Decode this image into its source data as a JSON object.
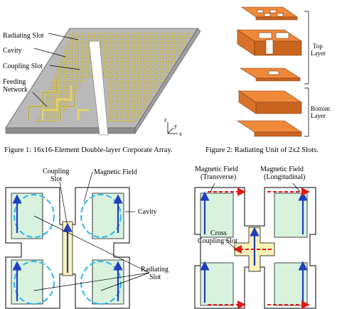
{
  "figure1": {
    "caption": "Figure 1: 16x16-Element Double-layer Corporate Array.",
    "labels": {
      "radiating_slot": "Radiating Slot",
      "cavity": "Cavity",
      "coupling_slot": "Coupling Slot",
      "feeding_network_line1": "Feeding",
      "feeding_network_line2": "Network"
    },
    "axes": {
      "z": "z",
      "y": "y",
      "x": "x"
    }
  },
  "figure2": {
    "caption": "Figure 2: Radiating Unit of 2x2 Slots.",
    "labels": {
      "top_layer_line1": "Top",
      "top_layer_line2": "Layer",
      "bottom_layer_line1": "Bottom",
      "bottom_layer_line2": "Layer"
    }
  },
  "figure3a": {
    "labels": {
      "coupling_slot_line1": "Coupling",
      "coupling_slot_line2": "Slot",
      "magnetic_field": "Magnetic Field",
      "cavity": "Cavity",
      "radiating_slot_line1": "Radiating",
      "radiating_slot_line2": "Slot"
    }
  },
  "figure3b": {
    "labels": {
      "mf_transverse_line1": "Magnetic Field",
      "mf_transverse_line2": "(Transverse)",
      "mf_longitudinal_line1": "Magnetic Field",
      "mf_longitudinal_line2": "(Longitudinal)",
      "cross_coupling_line1": "Cross",
      "cross_coupling_line2": "Coupling Slot"
    }
  },
  "colors": {
    "plate": "#b9b9b9",
    "slot": "#e3d36a",
    "orange": "#f0883a",
    "cavity_fill": "#d9f2de",
    "coupling_fill": "#fbf2b8",
    "arrow_blue": "#1f3fbf",
    "arrow_red": "#e01b1b",
    "field_cyan": "#2bb8e8"
  }
}
